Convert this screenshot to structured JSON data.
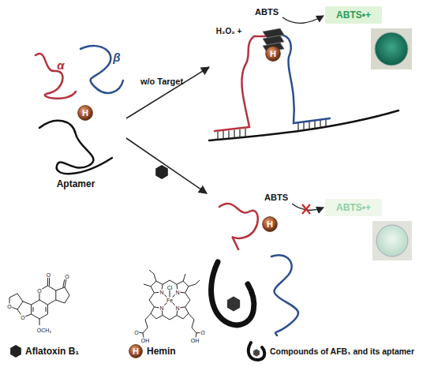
{
  "diagram": {
    "nodes": [
      {
        "text": [
          "H"
        ]
      },
      {
        "text": [
          "H"
        ]
      },
      {
        "text": [
          "ABTS•+"
        ]
      },
      {
        "text": [
          "H"
        ]
      },
      {
        "text": [
          "ABTS•+"
        ]
      },
      {
        "text": [
          "H"
        ]
      }
    ],
    "labels": [
      "ABTS",
      "H₂O₂ +",
      "α",
      "β",
      "Aptamer",
      "w/o Target",
      "ABTS",
      "O",
      "O",
      "O",
      "O",
      "O",
      "OCH₃",
      "N",
      "N",
      "N",
      "N",
      "Fe",
      "Cl",
      "O",
      "OH",
      "O",
      "OH"
    ],
    "legend": [
      {
        "text": "Aflatoxin B₁"
      },
      {
        "text": "Hemin"
      },
      {
        "text": "Compounds of AFB₁ and its aptamer"
      }
    ]
  }
}
